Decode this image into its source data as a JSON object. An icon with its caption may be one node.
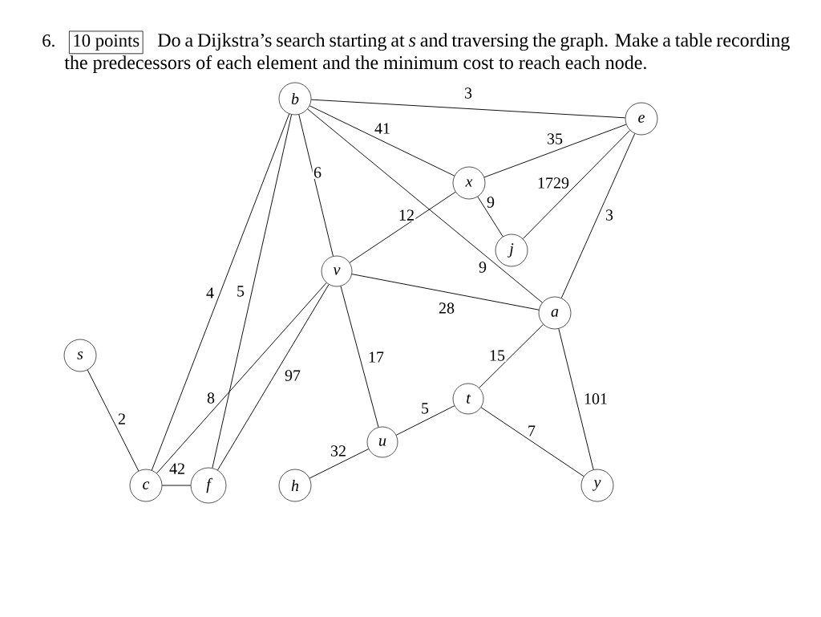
{
  "diagram": {
    "title": "Do a Dijkstra’s search starting at *s* and traversing the graph.  Make a table recording the predecessors of each element and the minimum cost to reach each node.",
    "nodes": [
      {
        "text": [
          "b"
        ]
      },
      {
        "text": [
          "e"
        ]
      },
      {
        "text": [
          "x"
        ]
      },
      {
        "text": [
          "j"
        ]
      },
      {
        "text": [
          "v"
        ]
      },
      {
        "text": [
          "a"
        ]
      },
      {
        "text": [
          "s"
        ]
      },
      {
        "text": [
          "t"
        ]
      },
      {
        "text": [
          "u"
        ]
      },
      {
        "text": [
          "c"
        ]
      },
      {
        "text": [
          "f"
        ]
      },
      {
        "text": [
          "h"
        ]
      },
      {
        "text": [
          "y"
        ]
      }
    ],
    "edges": [
      {
        "from": 0,
        "to": 1,
        "arrow": "none",
        "label": "3"
      },
      {
        "from": 0,
        "to": 2,
        "arrow": "none",
        "label": "41"
      },
      {
        "from": 0,
        "to": 4,
        "arrow": "none",
        "label": "6"
      },
      {
        "from": 0,
        "to": 5,
        "arrow": "none",
        "label": "9"
      },
      {
        "from": 0,
        "to": 9,
        "arrow": "none",
        "label": "4"
      },
      {
        "from": 0,
        "to": 10,
        "arrow": "none",
        "label": "5"
      },
      {
        "from": 2,
        "to": 1,
        "arrow": "none",
        "label": "35"
      },
      {
        "from": 3,
        "to": 1,
        "arrow": "none",
        "label": "1729"
      },
      {
        "from": 5,
        "to": 1,
        "arrow": "none",
        "label": "3"
      },
      {
        "from": 2,
        "to": 4,
        "arrow": "none",
        "label": "12"
      },
      {
        "from": 2,
        "to": 3,
        "arrow": "none",
        "label": "9"
      },
      {
        "from": 4,
        "to": 5,
        "arrow": "none",
        "label": "28"
      },
      {
        "from": 4,
        "to": 9,
        "arrow": "none",
        "label": "8"
      },
      {
        "from": 4,
        "to": 10,
        "arrow": "none",
        "label": "97"
      },
      {
        "from": 4,
        "to": 8,
        "arrow": "none",
        "label": "17"
      },
      {
        "from": 5,
        "to": 7,
        "arrow": "none",
        "label": "15"
      },
      {
        "from": 5,
        "to": 12,
        "arrow": "none",
        "label": "101"
      },
      {
        "from": 6,
        "to": 9,
        "arrow": "none",
        "label": "2"
      },
      {
        "from": 7,
        "to": 8,
        "arrow": "none",
        "label": "5"
      },
      {
        "from": 7,
        "to": 12,
        "arrow": "none",
        "label": "7"
      },
      {
        "from": 8,
        "to": 11,
        "arrow": "none",
        "label": "32"
      },
      {
        "from": 9,
        "to": 10,
        "arrow": "none",
        "label": "42"
      }
    ],
    "labels": [
      "6.",
      "10 points"
    ]
  }
}
